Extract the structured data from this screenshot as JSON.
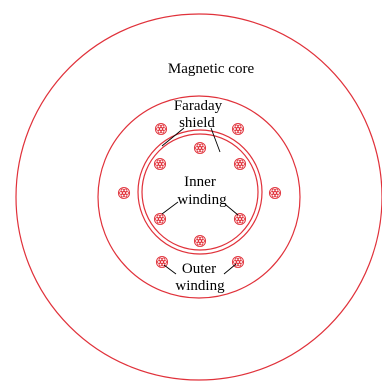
{
  "diagram": {
    "labels": {
      "magnetic_core": "Magnetic core",
      "faraday_shield_line1": "Faraday",
      "faraday_shield_line2": "shield",
      "inner_winding_line1": "Inner",
      "inner_winding_line2": "winding",
      "outer_winding_line1": "Outer",
      "outer_winding_line2": "winding"
    },
    "colors": {
      "ring": "#e0313a",
      "conductor": "#e0313a",
      "text": "#000000",
      "background": "#ffffff"
    },
    "icons": {
      "conductor": "stranded-conductor-icon"
    },
    "counts": {
      "inner_winding_conductors": 6,
      "outer_winding_conductors": 6
    }
  }
}
